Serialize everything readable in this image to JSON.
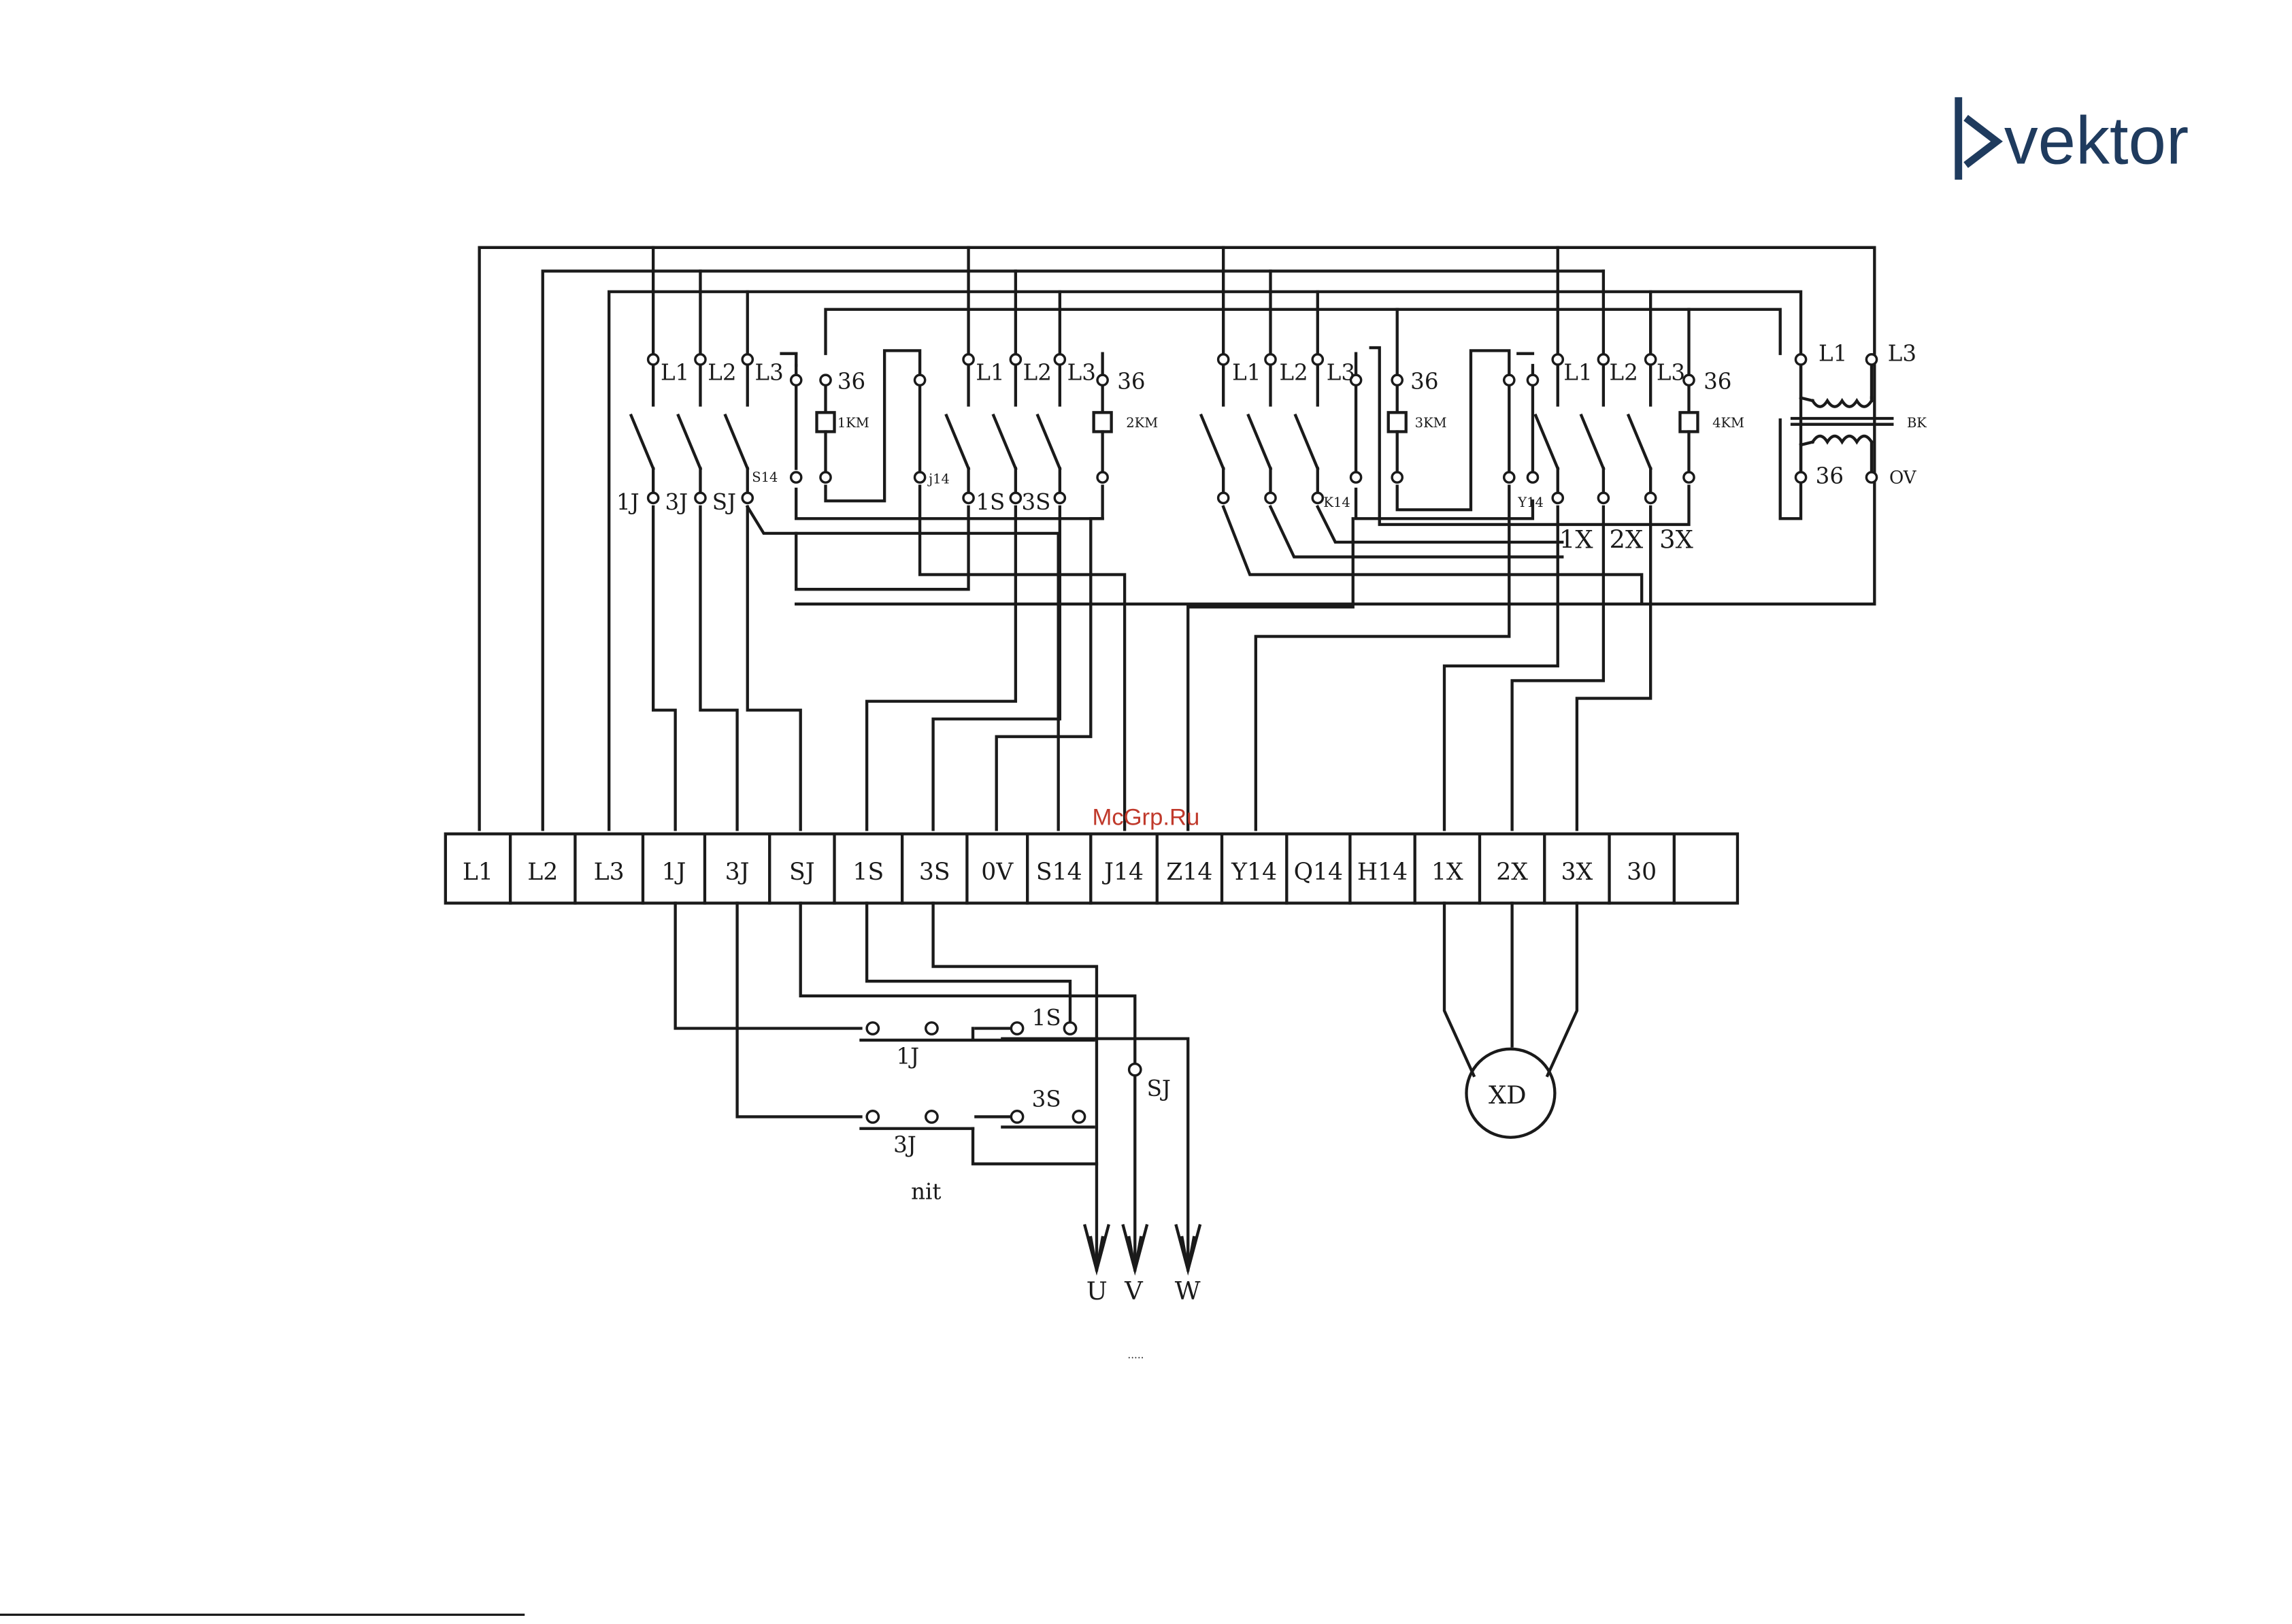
{
  "brand": {
    "name": "vektor",
    "color": "#1f3b5e"
  },
  "watermark": {
    "text": "McGrp.Ru",
    "color": "#c0392b"
  },
  "terminals": [
    "L1",
    "L2",
    "L3",
    "1J",
    "3J",
    "SJ",
    "1S",
    "3S",
    "0V",
    "S14",
    "J14",
    "Z14",
    "Y14",
    "Q14",
    "H14",
    "1X",
    "2X",
    "3X",
    "30",
    ""
  ],
  "contactors": {
    "group1": {
      "phase_labels": [
        "L1",
        "L2",
        "L3"
      ],
      "coil_voltage": "36",
      "coil_name": "1KM",
      "lower_labels": [
        "1J",
        "3J",
        "SJ"
      ],
      "aux_label": "S14"
    },
    "group2": {
      "phase_labels": [
        "L1",
        "L2",
        "L3"
      ],
      "coil_voltage": "36",
      "coil_name": "2KM",
      "lower_labels": [
        "1S",
        "3S"
      ],
      "aux_label": "j14"
    },
    "group3": {
      "phase_labels": [
        "L1",
        "L2",
        "L3"
      ],
      "coil_voltage": "36",
      "coil_name": "3KM",
      "aux_label": "K14"
    },
    "group4": {
      "phase_labels": [
        "L1",
        "L2",
        "L3"
      ],
      "coil_voltage": "36",
      "coil_name": "4KM",
      "aux_label": "Y14",
      "lower_labels": [
        "1X",
        "2X",
        "3X"
      ]
    }
  },
  "transformer": {
    "primary_left": "L1",
    "primary_right": "L3",
    "name": "BK",
    "secondary_left": "36",
    "secondary_right": "OV"
  },
  "controls": {
    "sw_1S": "1S",
    "sw_1J": "1J",
    "sw_3S": "3S",
    "sw_3J": "3J",
    "sw_SJ": "SJ",
    "nit_label": "nit"
  },
  "motor": {
    "label": "XD"
  },
  "outputs": [
    "U",
    "V",
    "W"
  ],
  "footer_mark": "....."
}
